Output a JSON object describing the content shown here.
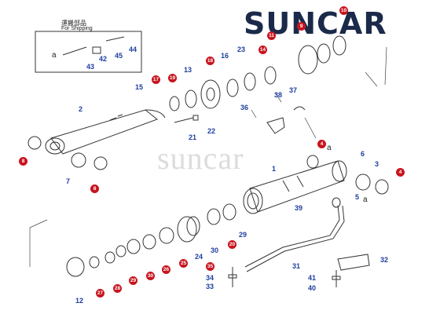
{
  "brand": {
    "name": "SUNCAR",
    "accent_color": "#1b2a4a"
  },
  "watermark": "suncar",
  "shipping_box": {
    "title": "運搬部品",
    "subtitle": "For Shipping",
    "letter": "a",
    "parts": [
      "42",
      "43",
      "44",
      "45"
    ]
  },
  "letters": {
    "a1": "a",
    "a2": "a"
  },
  "colors": {
    "part_label": "#1e3fa0",
    "callout_badge": "#c8141e",
    "line": "#333333"
  },
  "part_labels": {
    "p1": "1",
    "p2": "2",
    "p3": "3",
    "p5": "5",
    "p6": "6",
    "p7": "7",
    "p12": "12",
    "p13": "13",
    "p15": "15",
    "p16": "16",
    "p21": "21",
    "p22": "22",
    "p23": "23",
    "p24": "24",
    "p29": "29",
    "p30": "30",
    "p31": "31",
    "p32": "32",
    "p33": "33",
    "p34": "34",
    "p36": "36",
    "p37": "37",
    "p38": "38",
    "p39": "39",
    "p40": "40",
    "p41": "41"
  },
  "callouts": {
    "c8a": "8",
    "c8b": "8",
    "c4a": "4",
    "c4b": "4",
    "c10": "10",
    "c11": "11",
    "c17": "17",
    "c18": "18",
    "c19": "19",
    "c20": "20",
    "c25": "25",
    "c26": "26",
    "c27": "27",
    "c28": "28",
    "c29b": "29",
    "c30b": "30",
    "c9": "9",
    "c14": "14",
    "c35": "35"
  }
}
